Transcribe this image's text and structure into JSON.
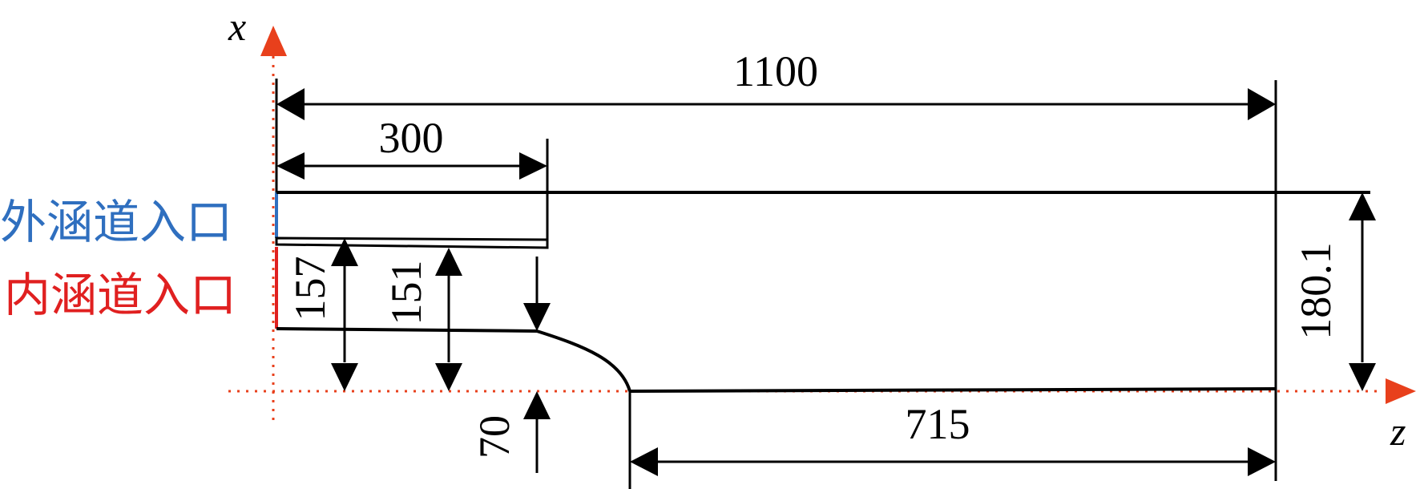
{
  "axes": {
    "x_label": "x",
    "z_label": "z",
    "axis_color": "#e8401c"
  },
  "inlets": {
    "outer": {
      "label": "外涵道入口",
      "color": "#2f6fbf"
    },
    "inner": {
      "label": "内涵道入口",
      "color": "#e02020"
    }
  },
  "dimensions": {
    "total_length": "1100",
    "splitter_length": "300",
    "inner_height_157": "157",
    "inner_height_151": "151",
    "hub_radius": "70",
    "outer_radius": "180.1",
    "outlet_length": "715"
  }
}
